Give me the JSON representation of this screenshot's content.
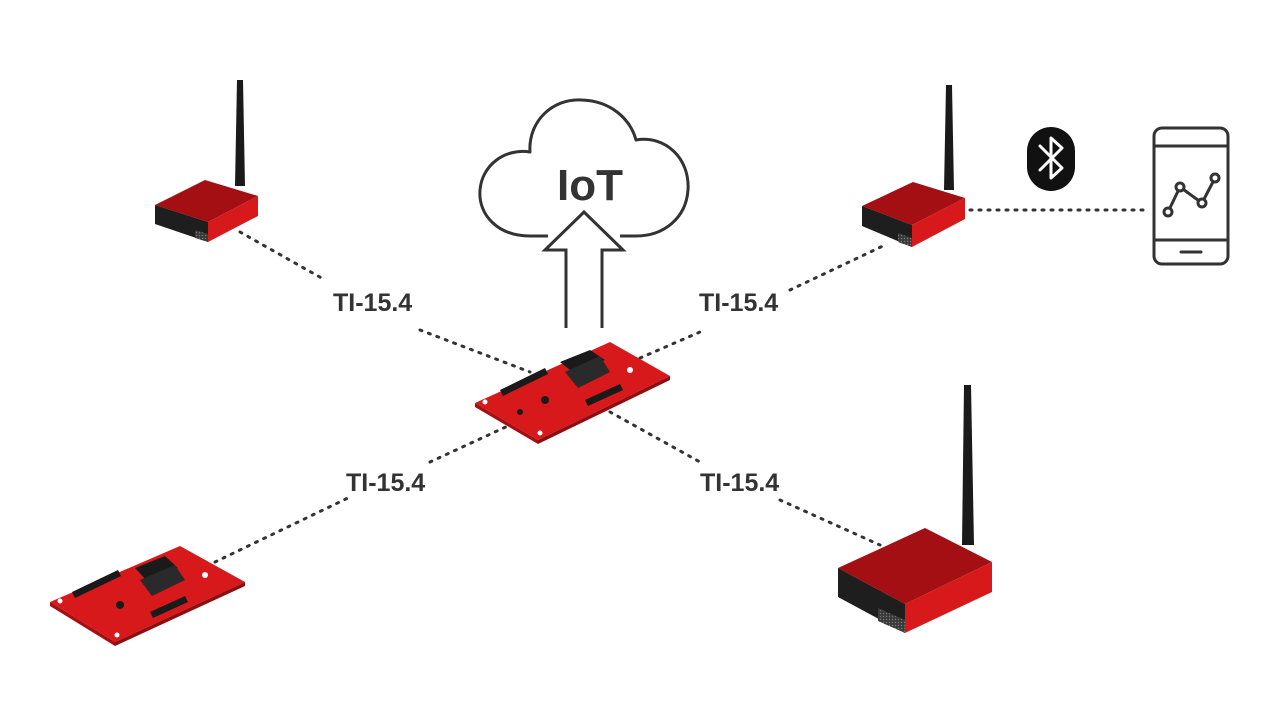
{
  "cloud": {
    "label": "IoT"
  },
  "links": [
    {
      "id": "top-left",
      "label": "TI-15.4"
    },
    {
      "id": "top-right",
      "label": "TI-15.4"
    },
    {
      "id": "bottom-left",
      "label": "TI-15.4"
    },
    {
      "id": "bottom-right",
      "label": "TI-15.4"
    }
  ],
  "colors": {
    "board_red": "#d7191c",
    "board_red_dark": "#a30f12",
    "enclosure_black": "#1e1e1e",
    "line": "#333333",
    "text": "#333333"
  },
  "icons": [
    "cloud-icon",
    "upload-arrow-icon",
    "bluetooth-icon",
    "smartphone-icon",
    "antenna-icon"
  ]
}
